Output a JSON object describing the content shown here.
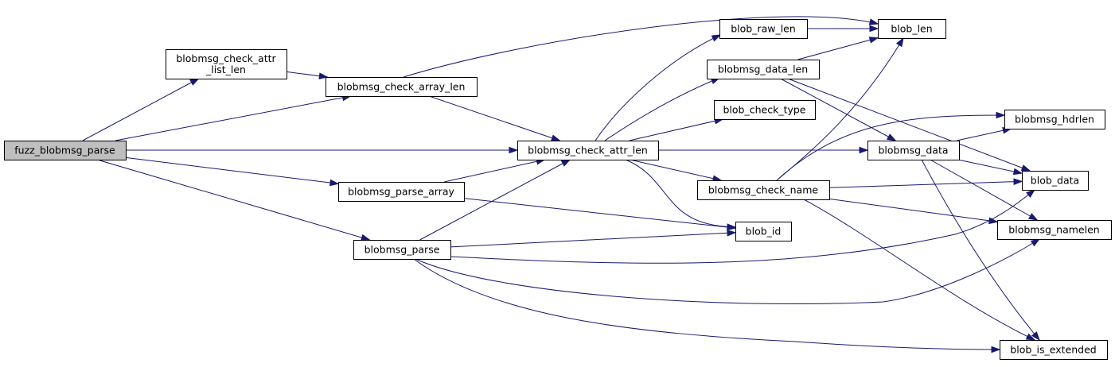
{
  "diagram": {
    "nodes": [
      {
        "id": "fuzz",
        "lines": [
          "fuzz_blobmsg_parse"
        ],
        "root": true
      },
      {
        "id": "attr_list_len",
        "lines": [
          "blobmsg_check_attr",
          "_list_len"
        ]
      },
      {
        "id": "array_len",
        "lines": [
          "blobmsg_check_array_len"
        ]
      },
      {
        "id": "parse_array",
        "lines": [
          "blobmsg_parse_array"
        ]
      },
      {
        "id": "parse",
        "lines": [
          "blobmsg_parse"
        ]
      },
      {
        "id": "attr_len",
        "lines": [
          "blobmsg_check_attr_len"
        ]
      },
      {
        "id": "raw_len",
        "lines": [
          "blob_raw_len"
        ]
      },
      {
        "id": "data_len",
        "lines": [
          "blobmsg_data_len"
        ]
      },
      {
        "id": "check_type",
        "lines": [
          "blob_check_type"
        ]
      },
      {
        "id": "check_name",
        "lines": [
          "blobmsg_check_name"
        ]
      },
      {
        "id": "blob_id",
        "lines": [
          "blob_id"
        ]
      },
      {
        "id": "blob_len",
        "lines": [
          "blob_len"
        ]
      },
      {
        "id": "msg_data",
        "lines": [
          "blobmsg_data"
        ]
      },
      {
        "id": "hdrlen",
        "lines": [
          "blobmsg_hdrlen"
        ]
      },
      {
        "id": "blob_data",
        "lines": [
          "blob_data"
        ]
      },
      {
        "id": "namelen",
        "lines": [
          "blobmsg_namelen"
        ]
      },
      {
        "id": "is_extended",
        "lines": [
          "blob_is_extended"
        ]
      }
    ],
    "edges": [
      [
        "fuzz",
        "attr_list_len"
      ],
      [
        "fuzz",
        "array_len"
      ],
      [
        "fuzz",
        "attr_len"
      ],
      [
        "fuzz",
        "parse_array"
      ],
      [
        "fuzz",
        "parse"
      ],
      [
        "attr_list_len",
        "array_len"
      ],
      [
        "array_len",
        "blob_len"
      ],
      [
        "array_len",
        "attr_len"
      ],
      [
        "parse_array",
        "attr_len"
      ],
      [
        "parse_array",
        "blob_id"
      ],
      [
        "parse",
        "attr_len"
      ],
      [
        "parse",
        "blob_id"
      ],
      [
        "parse",
        "blob_data"
      ],
      [
        "parse",
        "namelen"
      ],
      [
        "parse",
        "is_extended"
      ],
      [
        "attr_len",
        "raw_len"
      ],
      [
        "attr_len",
        "data_len"
      ],
      [
        "attr_len",
        "check_type"
      ],
      [
        "attr_len",
        "msg_data"
      ],
      [
        "attr_len",
        "check_name"
      ],
      [
        "attr_len",
        "blob_id"
      ],
      [
        "raw_len",
        "blob_len"
      ],
      [
        "data_len",
        "blob_len"
      ],
      [
        "data_len",
        "msg_data"
      ],
      [
        "data_len",
        "blob_data"
      ],
      [
        "check_name",
        "blob_len"
      ],
      [
        "check_name",
        "hdrlen"
      ],
      [
        "check_name",
        "blob_data"
      ],
      [
        "check_name",
        "namelen"
      ],
      [
        "check_name",
        "is_extended"
      ],
      [
        "msg_data",
        "hdrlen"
      ],
      [
        "msg_data",
        "blob_data"
      ],
      [
        "msg_data",
        "namelen"
      ],
      [
        "msg_data",
        "is_extended"
      ]
    ]
  }
}
